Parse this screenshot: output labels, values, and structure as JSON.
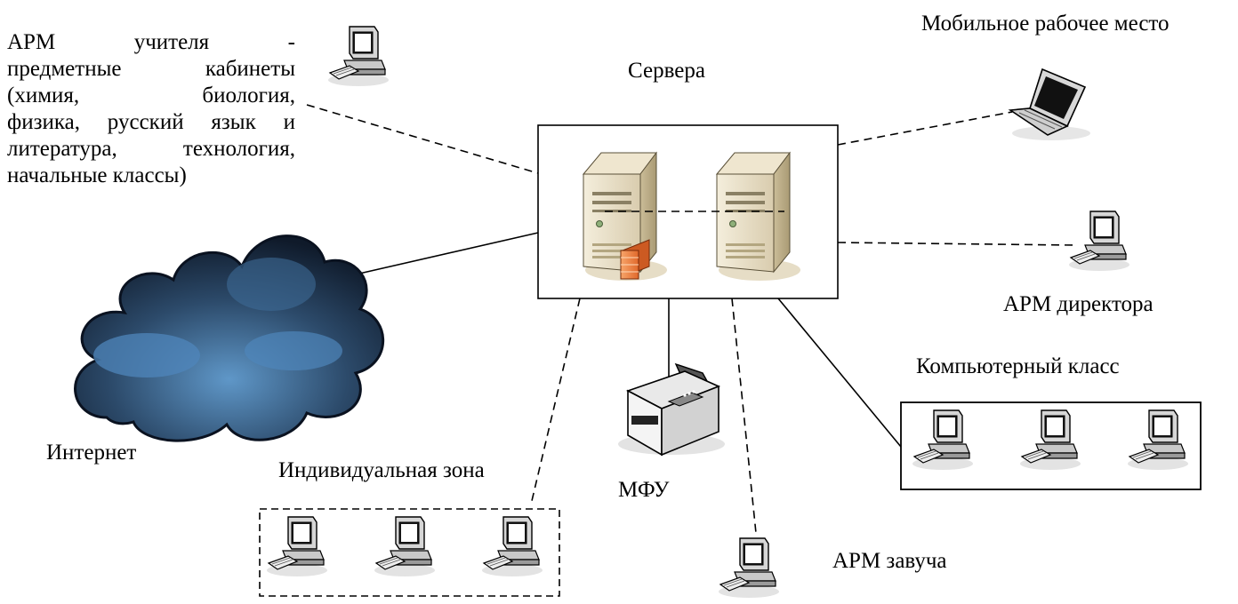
{
  "labels": {
    "servers": "Сервера",
    "mobile": "Мобильное рабочее место",
    "director": "АРМ директора",
    "computer_class": "Компьютерный класс",
    "internet": "Интернет",
    "individual_zone": "Индивидуальная зона",
    "mfu": "МФУ",
    "deputy": "АРМ завуча"
  },
  "teacher_label_lines": [
    "АРМ учителя -",
    "предметные кабинеты",
    "(химия, биология,",
    "физика, русский язык и",
    "литература, технология,",
    "начальные классы)"
  ]
}
